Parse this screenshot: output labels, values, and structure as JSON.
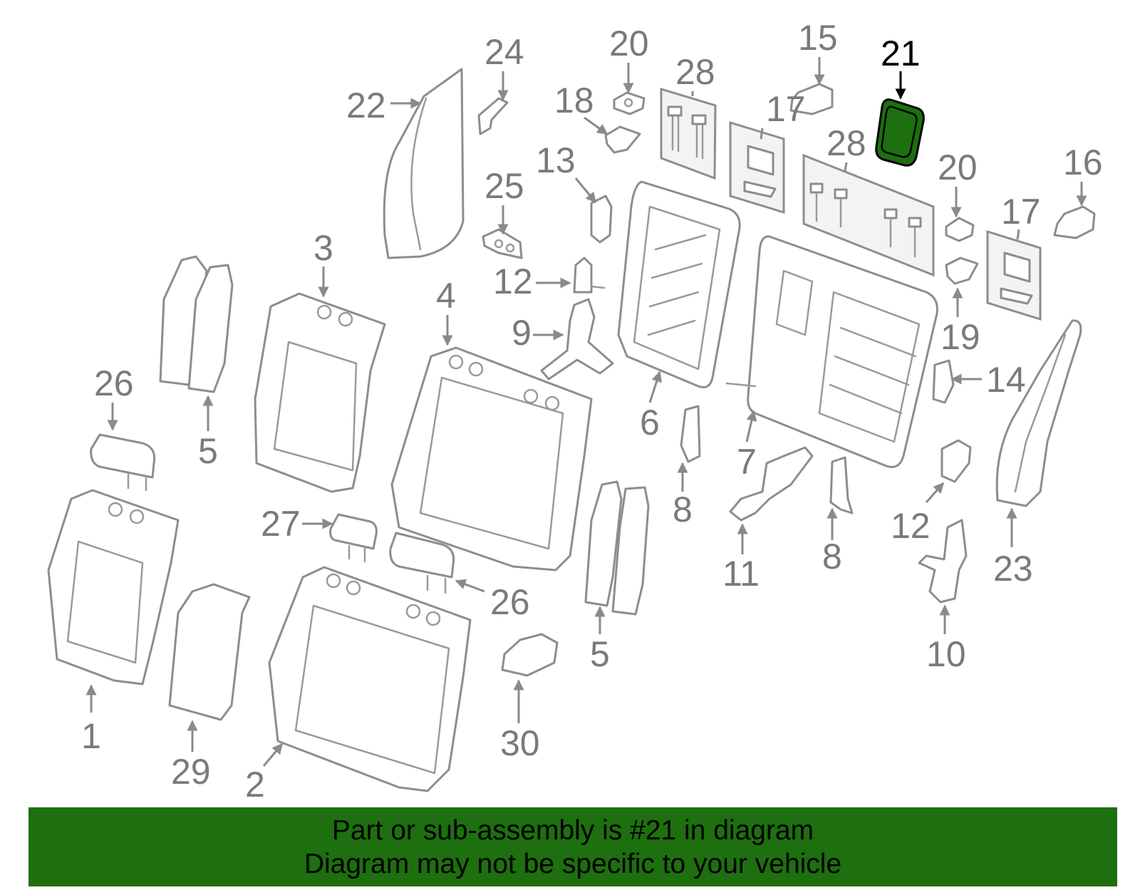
{
  "highlight": {
    "part_number": "21",
    "fill_color": "#1e6f0f"
  },
  "callouts": [
    "1",
    "2",
    "3",
    "4",
    "5",
    "5",
    "6",
    "7",
    "8",
    "8",
    "9",
    "10",
    "11",
    "12",
    "12",
    "13",
    "14",
    "15",
    "16",
    "17",
    "17",
    "18",
    "19",
    "20",
    "20",
    "21",
    "22",
    "23",
    "24",
    "25",
    "26",
    "26",
    "27",
    "28",
    "28",
    "29",
    "30"
  ],
  "banner": {
    "background": "#1e6f0f",
    "line1": "Part or sub-assembly is #21 in diagram",
    "line2": "Diagram may not be specific to your vehicle"
  }
}
